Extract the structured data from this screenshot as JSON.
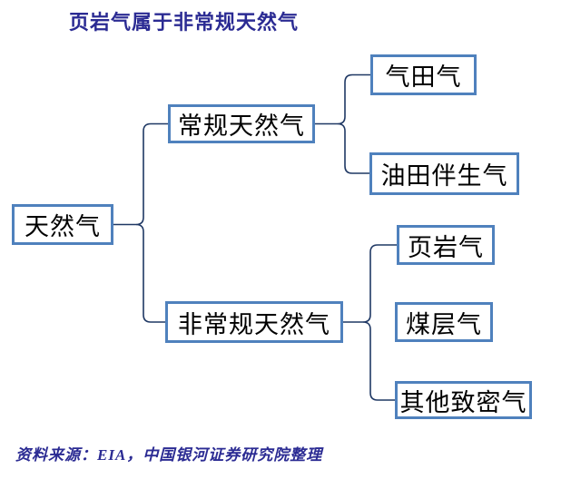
{
  "title": "页岩气属于非常规天然气",
  "source_note": "资料来源：EIA，中国银河证券研究院整理",
  "colors": {
    "title_color": "#2B2B93",
    "box_border": "#4F81BD",
    "connector": "#1F3864",
    "box_text": "#000000",
    "background": "#FFFFFF"
  },
  "nodes": {
    "root": {
      "label": "天然气"
    },
    "conventional": {
      "label": "常规天然气"
    },
    "unconventional": {
      "label": "非常规天然气"
    },
    "gas_field_gas": {
      "label": "气田气"
    },
    "oil_field_associated_gas": {
      "label": "油田伴生气"
    },
    "shale_gas": {
      "label": "页岩气"
    },
    "coalbed_methane": {
      "label": "煤层气"
    },
    "other_tight_gas": {
      "label": "其他致密气"
    }
  },
  "hierarchy": {
    "label": "天然气",
    "children": [
      {
        "label": "常规天然气",
        "children": [
          {
            "label": "气田气"
          },
          {
            "label": "油田伴生气"
          }
        ]
      },
      {
        "label": "非常规天然气",
        "children": [
          {
            "label": "页岩气"
          },
          {
            "label": "煤层气"
          },
          {
            "label": "其他致密气"
          }
        ]
      }
    ]
  }
}
